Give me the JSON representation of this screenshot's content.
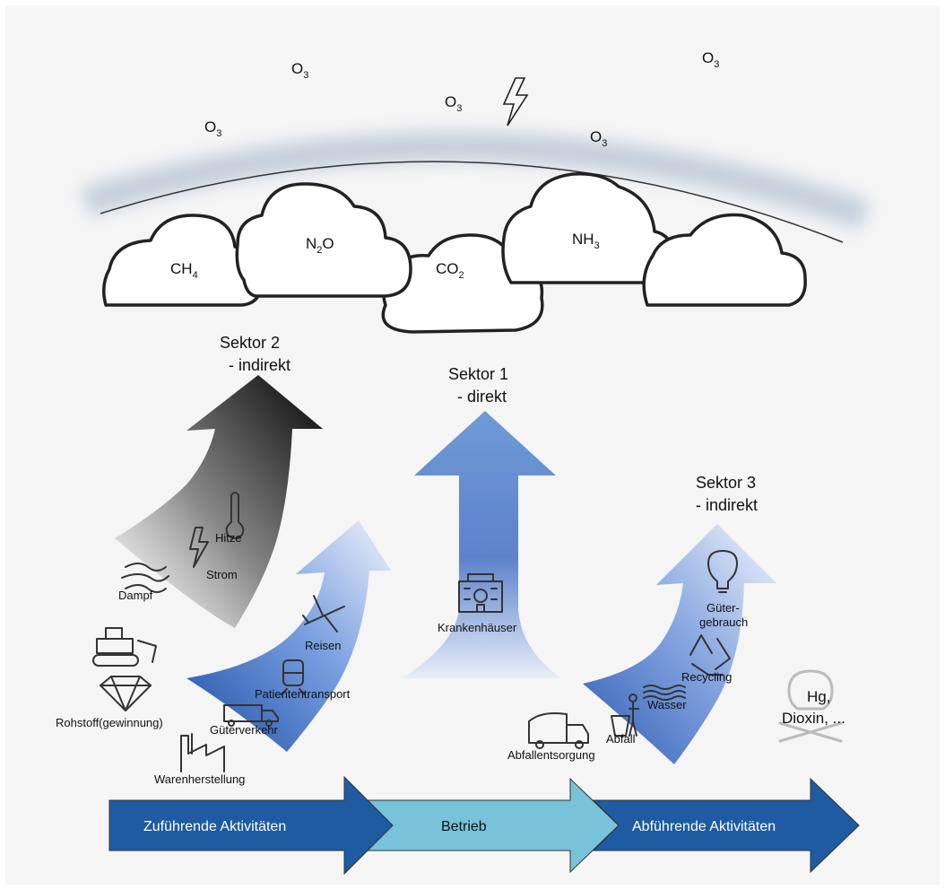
{
  "atmosphere": {
    "ozone_label": "O",
    "ozone_sub": "3",
    "gases": [
      {
        "base": "CH",
        "sub": "4",
        "tail": ""
      },
      {
        "base": "N",
        "sub": "2",
        "tail": "O"
      },
      {
        "base": "CO",
        "sub": "2",
        "tail": ""
      },
      {
        "base": "NH",
        "sub": "3",
        "tail": ""
      }
    ]
  },
  "sectors": {
    "s2_title": "Sektor 2",
    "s2_sub": "- indirekt",
    "s1_title": "Sektor 1",
    "s1_sub": "- direkt",
    "s3_title": "Sektor 3",
    "s3_sub": "- indirekt"
  },
  "items": {
    "hitze": "Hitze",
    "strom": "Strom",
    "dampf": "Dampf",
    "reisen": "Reisen",
    "patiententransport": "Patiententransport",
    "gueterverkehr": "Güterverkehr",
    "rohstoff": "Rohstoff(gewinnung)",
    "warenherstellung": "Warenherstellung",
    "krankenhaeuser": "Krankenhäuser",
    "gueter1": "Güter-",
    "gueter2": "gebrauch",
    "recycling": "Recycling",
    "wasser": "Wasser",
    "abfall": "Abfall",
    "abfallentsorgung": "Abfallentsorgung",
    "hg": "Hg,",
    "dioxin": "Dioxin, ..."
  },
  "timeline": {
    "zufuehrend": "Zuführende Aktivitäten",
    "betrieb": "Betrieb",
    "abfuehrend": "Abführende Aktivitäten"
  },
  "colors": {
    "background": "#f5f5f6",
    "dark_blue": "#1f5fa3",
    "light_blue": "#79c3dc",
    "sector_blue": "#6b8fd0"
  },
  "icons": [
    "thermometer-icon",
    "lightning-icon",
    "steam-icon",
    "airplane-icon",
    "train-icon",
    "truck-icon",
    "bulldozer-icon",
    "diamond-icon",
    "factory-icon",
    "hospital-icon",
    "lightbulb-icon",
    "recycling-icon",
    "water-icon",
    "trash-icon",
    "garbage-truck-icon",
    "skull-icon"
  ]
}
